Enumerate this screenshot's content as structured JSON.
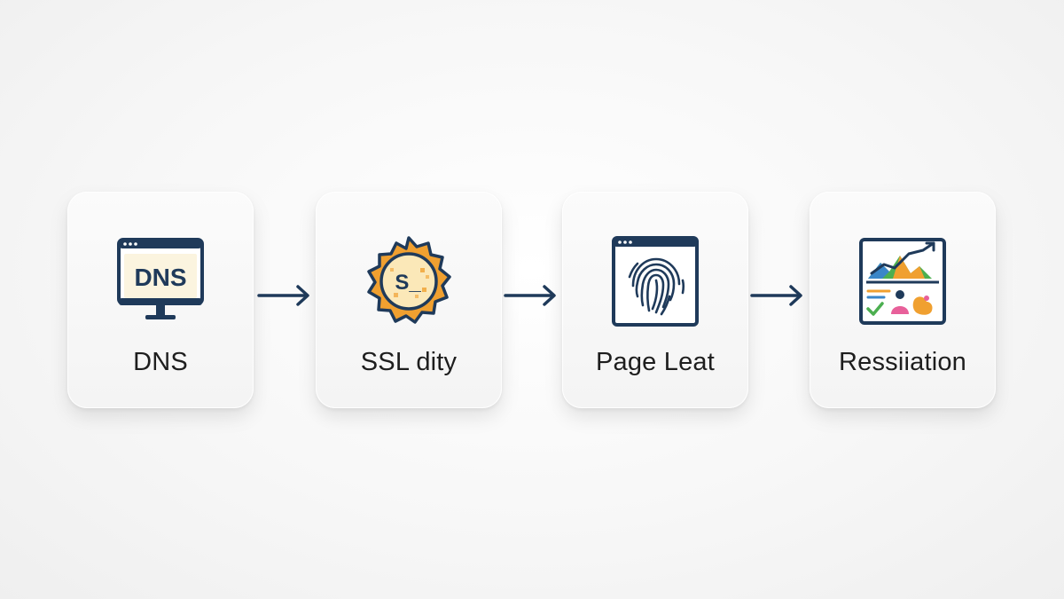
{
  "steps": [
    {
      "label": "DNS",
      "icon": "monitor-dns-icon",
      "icon_text": "DNS"
    },
    {
      "label": "SSL dity",
      "icon": "ssl-badge-icon",
      "icon_text": "S_"
    },
    {
      "label": "Page Leat",
      "icon": "fingerprint-window-icon"
    },
    {
      "label": "Ressiiation",
      "icon": "analytics-dashboard-icon"
    }
  ],
  "colors": {
    "navy": "#1f3a5a",
    "orange": "#f0a030",
    "green": "#4caf50",
    "pink": "#e8609a",
    "blue": "#3a86c8"
  }
}
